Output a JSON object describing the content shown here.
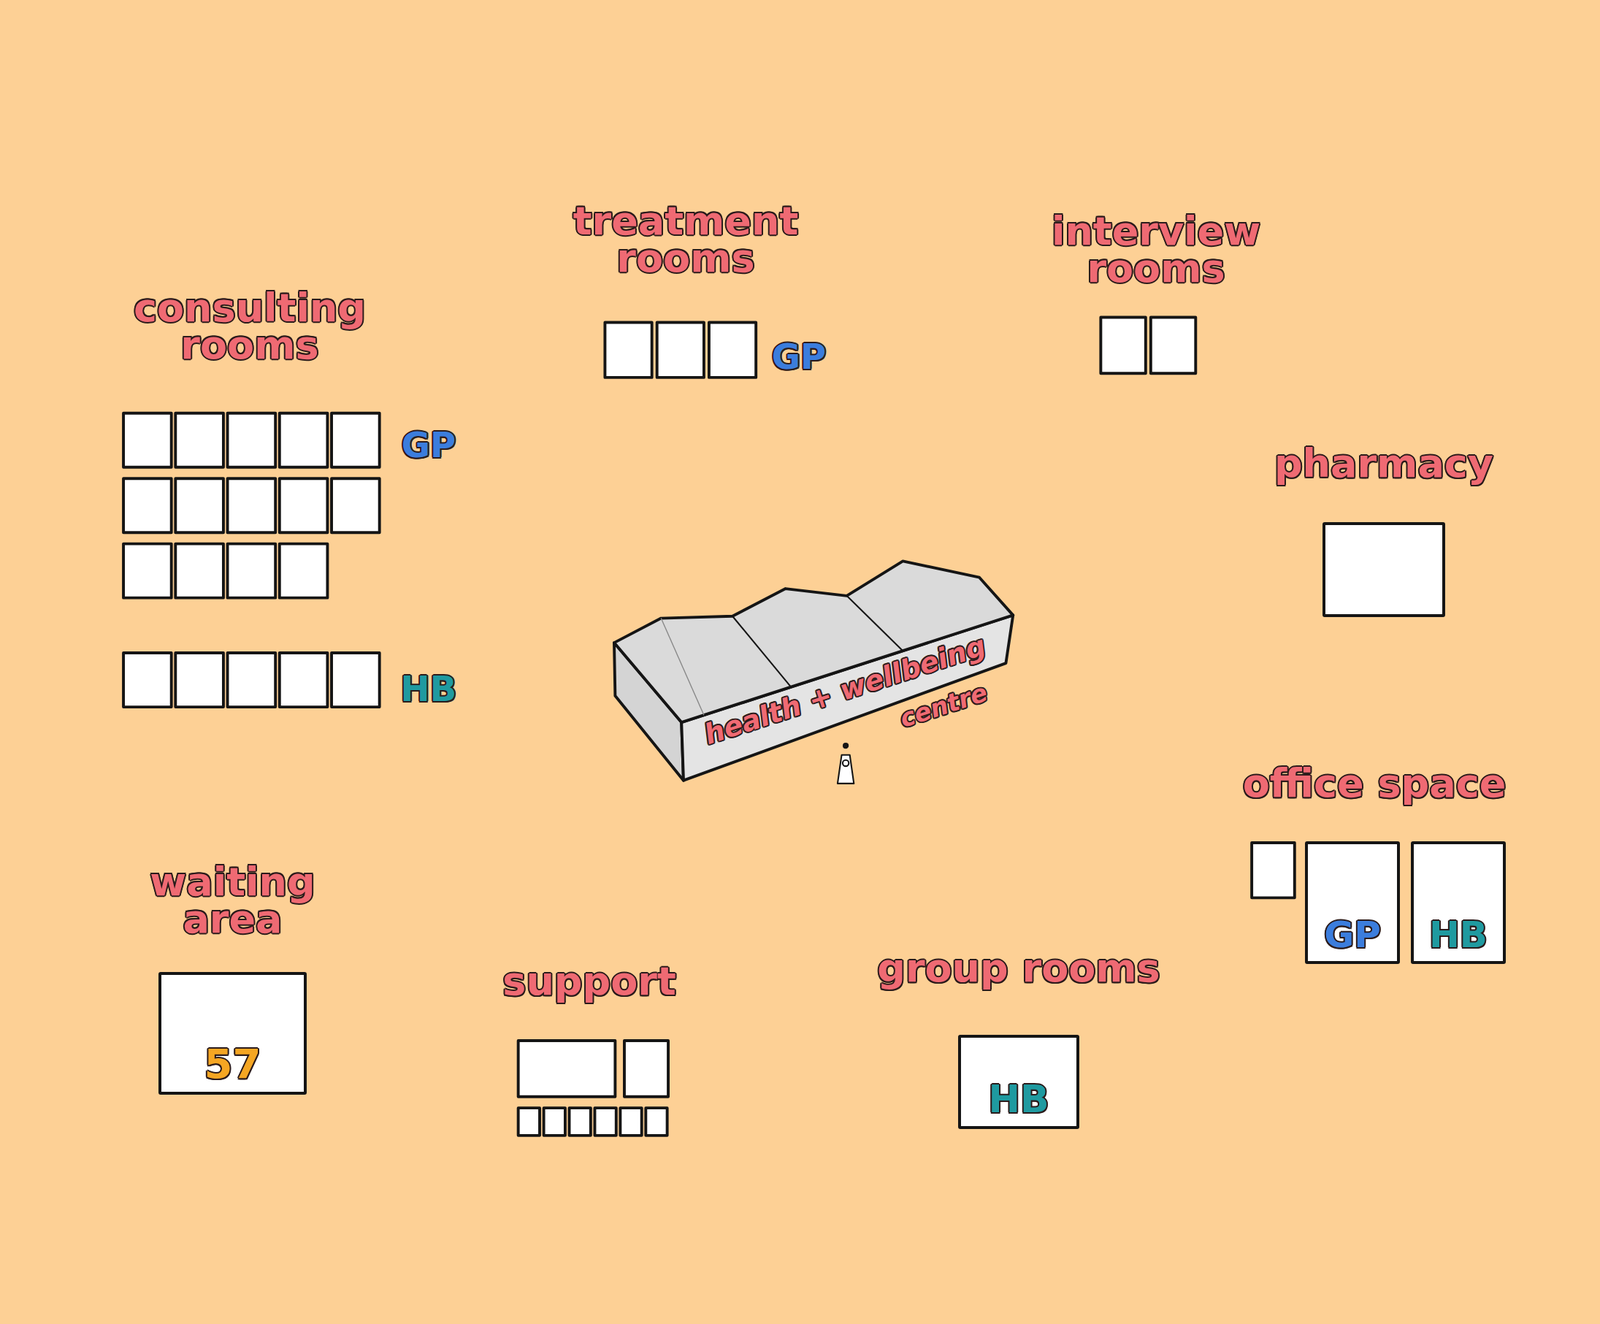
{
  "diagram": {
    "nodes": [
      {
        "text": [
          "pharmacy"
        ]
      },
      {
        "text": [
          "GP"
        ]
      },
      {
        "text": [
          "HB"
        ]
      },
      {
        "text": [
          "waiting area",
          "57"
        ]
      },
      {
        "text": [
          "group rooms",
          "HB"
        ]
      }
    ],
    "labels": [
      "consulting rooms",
      "GP",
      "HB",
      "treatment rooms",
      "GP",
      "interview rooms",
      "office space",
      "support",
      "health + wellbeing",
      "centre"
    ]
  }
}
